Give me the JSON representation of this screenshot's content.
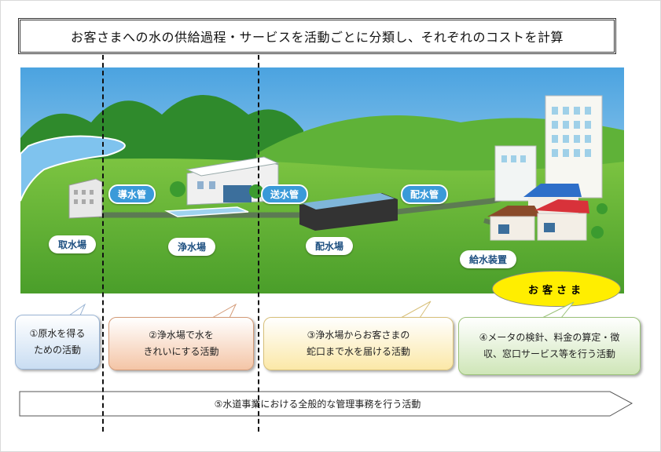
{
  "title": "お客さまへの水の供給過程・サービスを活動ごとに分類し、それぞれのコストを計算",
  "pipes": {
    "intake_pipe": "導水管",
    "transmission_pipe": "送水管",
    "distribution_pipe": "配水管"
  },
  "facilities": {
    "intake": "取水場",
    "purification": "浄水場",
    "reservoir": "配水場",
    "service": "給水装置"
  },
  "customer": "お客さま",
  "activities": [
    {
      "line1": "①原水を得る",
      "line2": "ための活動"
    },
    {
      "line1": "②浄水場で水を",
      "line2": "きれいにする活動"
    },
    {
      "line1": "③浄水場からお客さまの",
      "line2": "蛇口まで水を届ける活動"
    },
    {
      "line1": "④メータの検針、料金の算定・徴",
      "line2": "収、窓口サービス等を行う活動"
    }
  ],
  "overall_activity": "⑤水道事業における全般的な管理事務を行う活動",
  "colors": {
    "sky": "#6fb6e6",
    "grass": "#4fa832",
    "pipe_label": "#3a9ad9",
    "customer_ellipse": "#ffee00"
  }
}
